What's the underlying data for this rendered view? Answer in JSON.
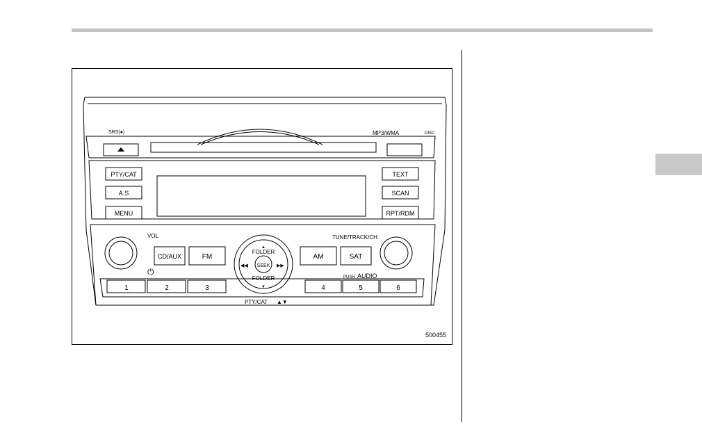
{
  "figure": {
    "code": "500455",
    "labels": {
      "mp3_wma": "MP3/WMA",
      "disc_logo": "DISC",
      "vol": "VOL",
      "tune": "TUNE/TRACK/CH",
      "push_audio_small": "PUSH",
      "push_audio_big": "AUDIO",
      "pty_cat_bottom": "PTY/CAT",
      "folder_top": "FOLDER",
      "folder_bottom": "FOLDER",
      "seek": "SEEK"
    },
    "buttons": {
      "pty_cat": "PTY/CAT",
      "as": "A.S",
      "menu": "MENU",
      "text": "TEXT",
      "scan": "SCAN",
      "rpt_rdm": "RPT/RDM",
      "cd_aux": "CD/AUX",
      "fm": "FM",
      "am": "AM",
      "sat": "SAT",
      "preset_1": "1",
      "preset_2": "2",
      "preset_3": "3",
      "preset_4": "4",
      "preset_5": "5",
      "preset_6": "6"
    }
  }
}
